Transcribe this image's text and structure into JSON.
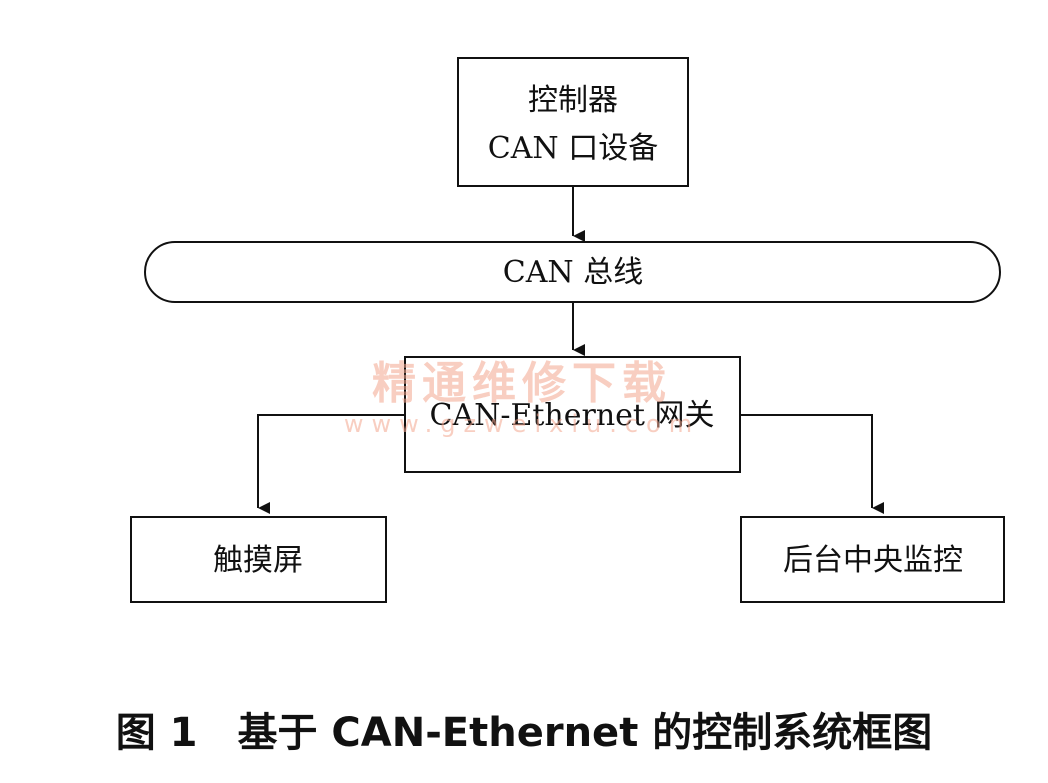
{
  "nodes": {
    "controller_line1": "控制器",
    "controller_line2": "CAN 口设备",
    "bus": "CAN 总线",
    "gateway": "CAN-Ethernet 网关",
    "touchscreen": "触摸屏",
    "monitor": "后台中央监控"
  },
  "watermark": {
    "main": "精通维修下载",
    "sub": "www.gzweixiu.com"
  },
  "caption": "图 1　基于 CAN-Ethernet 的控制系统框图",
  "colors": {
    "stroke": "#111111",
    "watermark": "#f4a78f"
  }
}
